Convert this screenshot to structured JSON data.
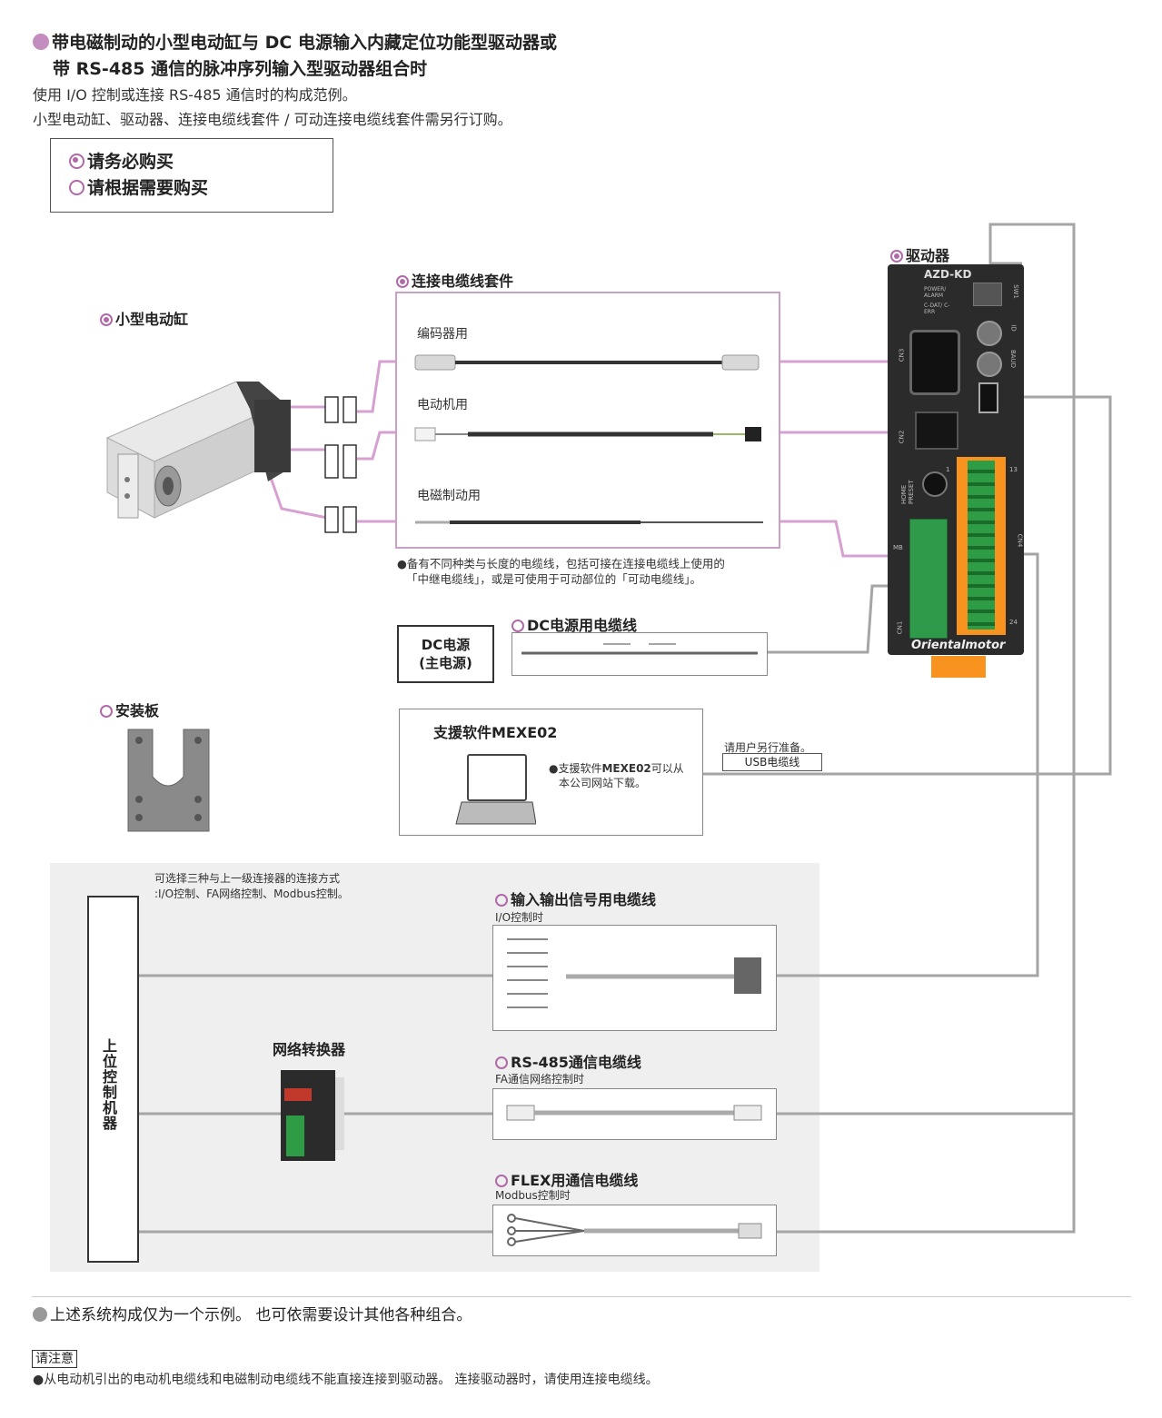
{
  "colors": {
    "accent": "#b06aa8",
    "line_pink": "#d6a0d0",
    "line_gray": "#a5a5a5",
    "panel_bg": "#efefef",
    "orange": "#f7931e"
  },
  "header": {
    "title_line1": "带电磁制动的小型电动缸与 DC 电源输入内藏定位功能型驱动器或",
    "title_line2": "带 RS-485 通信的脉冲序列输入型驱动器组合时",
    "desc_line1": "使用 I/O 控制或连接 RS-485 通信时的构成范例。",
    "desc_line2": "小型电动缸、驱动器、连接电缆线套件 / 可动连接电缆线套件需另行订购。"
  },
  "legend": {
    "required": "请务必购买",
    "optional": "请根据需要购买"
  },
  "actuator": {
    "label": "小型电动缸"
  },
  "cable_set": {
    "title": "连接电缆线套件",
    "encoder": "编码器用",
    "motor": "电动机用",
    "brake": "电磁制动用",
    "note_line1": "●备有不同种类与长度的电缆线，包括可接在连接电缆线上使用的",
    "note_line2": "「中继电缆线」，或是可使用于可动部位的「可动电缆线」。"
  },
  "driver": {
    "label": "驱动器",
    "model": "AZD-KD",
    "led_power": "POWER/ ALARM",
    "led_cdat": "C-DAT/ C-ERR",
    "sw1": "SW1",
    "id": "ID",
    "baud": "BAUD",
    "cn2": "CN2",
    "cn3": "CN3",
    "cn4": "CN4",
    "cn1": "CN1",
    "home": "HOME PRESET",
    "pin1": "1",
    "pin13": "13",
    "pin24": "24",
    "mb": "MB",
    "brand": "Orientalmotor"
  },
  "dc_power": {
    "line1": "DC电源",
    "line2": "(主电源)",
    "cable_label": "DC电源用电缆线"
  },
  "mounting_plate": {
    "label": "安装板"
  },
  "software": {
    "title": "支援软件MEXE02",
    "note_line1_pre": "●支援软件",
    "note_line1_bold": "MEXE02",
    "note_line1_post": "可以从",
    "note_line2": "本公司网站下载。",
    "usb_note": "请用户另行准备。",
    "usb_label": "USB电缆线"
  },
  "host": {
    "label": "上位控制机器",
    "note_line1": "可选择三种与上一级连接器的连接方式",
    "note_line2": ":I/O控制、FA网络控制、Modbus控制。"
  },
  "network_converter": {
    "label": "网络转换器"
  },
  "io_cable": {
    "title": "输入输出信号用电缆线",
    "sub": "I/O控制时"
  },
  "rs485_cable": {
    "title": "RS-485通信电缆线",
    "sub": "FA通信网络控制时"
  },
  "flex_cable": {
    "title": "FLEX用通信电缆线",
    "sub": "Modbus控制时"
  },
  "footer": {
    "note": "上述系统构成仅为一个示例。 也可依需要设计其他各种组合。",
    "attention": "请注意",
    "attention_text": "●从电动机引出的电动机电缆线和电磁制动电缆线不能直接连接到驱动器。 连接驱动器时，请使用连接电缆线。"
  }
}
